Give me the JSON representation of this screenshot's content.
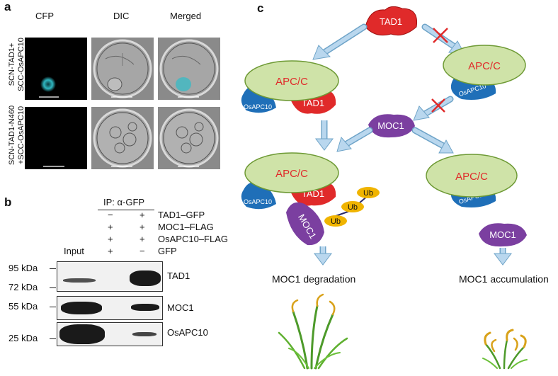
{
  "panel_a": {
    "label": "a",
    "columns": [
      "CFP",
      "DIC",
      "Merged"
    ],
    "rows": [
      [
        "SCN-TAD1+",
        "SCC-OsAPC10"
      ],
      [
        "SCN-TAD1-N460",
        "+SCC-OsAPC10"
      ]
    ]
  },
  "panel_b": {
    "label": "b",
    "ip_label": "IP: α-GFP",
    "conditions": [
      {
        "name": "TAD1–GFP",
        "signs": [
          "",
          "−",
          "+"
        ]
      },
      {
        "name": "MOC1–FLAG",
        "signs": [
          "",
          "+",
          "+"
        ]
      },
      {
        "name": "OsAPC10–FLAG",
        "signs": [
          "",
          "+",
          "+"
        ]
      },
      {
        "name": "GFP",
        "signs": [
          "",
          "+",
          "−"
        ]
      }
    ],
    "input_label": "Input",
    "mw_markers": [
      "95 kDa",
      "72 kDa",
      "55 kDa",
      "25 kDa"
    ],
    "blots": [
      "TAD1",
      "MOC1",
      "OsAPC10"
    ]
  },
  "panel_c": {
    "label": "c",
    "tad1": "TAD1",
    "apcc": "APC/C",
    "osapc10": "OsAPC10",
    "moc1": "MOC1",
    "ub": "Ub",
    "outcome_left": "MOC1 degradation",
    "outcome_right": "MOC1 accumulation"
  },
  "colors": {
    "tad1_red": "#e02a2a",
    "apcc_green": "#cfe3a8",
    "osapc10_blue": "#1f6fb8",
    "moc1_purple": "#7b3fa0",
    "ub_yellow": "#f0b400",
    "arrow_blue": "#b9d7ee",
    "cfp_cyan": "#2fb6c0"
  }
}
